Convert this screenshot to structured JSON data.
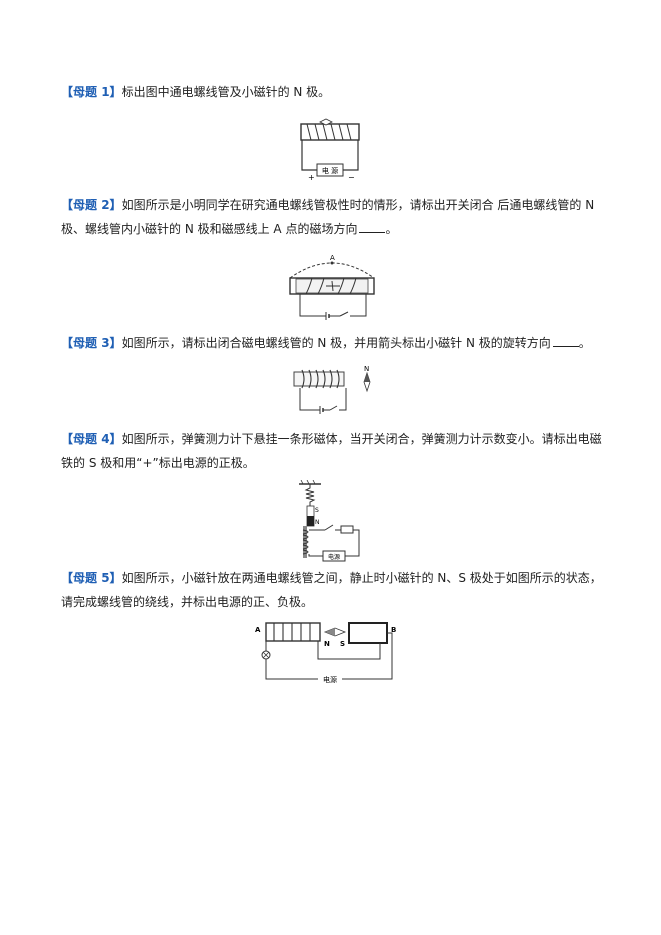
{
  "questions": [
    {
      "tag_open": "【",
      "tag": "母题 1",
      "tag_close": "】",
      "text": "标出图中通电螺线管及小磁针的 N 极。"
    },
    {
      "tag_open": "【",
      "tag": "母题 2",
      "tag_close": "】",
      "text": "如图所示是小明同学在研究通电螺线管极性时的情形，请标出开关闭合 后通电螺线管的 N 极、螺线管内小磁针的 N 极和磁感线上 A 点的磁场方向",
      "suffix": "。"
    },
    {
      "tag_open": "【",
      "tag": "母题 3",
      "tag_close": "】",
      "text": "如图所示，请标出闭合磁电螺线管的 N 极，并用箭头标出小磁针 N 极的旋转方向",
      "suffix": "。"
    },
    {
      "tag_open": "【",
      "tag": "母题 4",
      "tag_close": "】",
      "text": "如图所示，弹簧测力计下悬挂一条形磁体，当开关闭合，弹簧测力计示数变小。请标出电磁铁的 S 极和用“+”标出电源的正极。"
    },
    {
      "tag_open": "【",
      "tag": "母题 5",
      "tag_close": "】",
      "text": "如图所示，小磁针放在两通电螺线管之间，静止时小磁针的 N、S 极处于如图所示的状态，请完成螺线管的绕线，并标出电源的正、负极。"
    }
  ],
  "figures": {
    "fig1": {
      "power_label": "电 源",
      "plus": "+",
      "minus": "−"
    },
    "fig2": {
      "point_label": "A"
    },
    "fig3": {
      "compass_label": "N"
    },
    "fig4": {
      "magnet_s": "S",
      "magnet_n": "N",
      "power_label": "电源"
    },
    "fig5": {
      "label_a": "A",
      "label_b": "B",
      "needle_n": "N",
      "needle_s": "S",
      "power_label": "电源"
    }
  }
}
